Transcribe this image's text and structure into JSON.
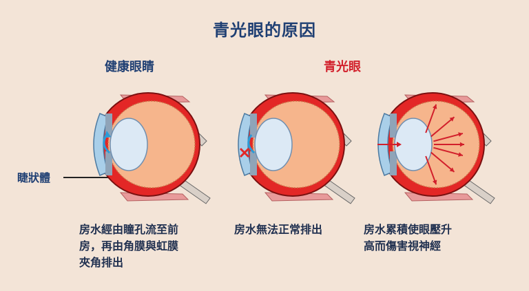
{
  "title": "青光眼的原因",
  "panels": {
    "healthy": {
      "label": "健康眼睛",
      "caption_lines": [
        "房水經由瞳孔流至前",
        "房，再由角膜與虹膜",
        "夾角排出"
      ]
    },
    "glaucoma": {
      "label": "青光眼",
      "caption_lines": [
        "房水無法正常排出"
      ]
    },
    "pressure": {
      "caption_lines": [
        "房水累積使眼壓升",
        "高而傷害視神經"
      ]
    }
  },
  "annotation": {
    "ciliary_body": "睫狀體"
  },
  "colors": {
    "background": "#f3e4d7",
    "title": "#1f3f73",
    "glaucoma_label": "#d21f2b",
    "sclera_red": "#e32726",
    "vitreous": "#f6b58c",
    "muscle": "#e89a9a",
    "lens": "#dce9f5",
    "cornea": "#a9cfe9",
    "arrow_blue": "#2a9bd8"
  },
  "icons": {
    "blocked": "x-mark-icon",
    "flow": "blue-flow-arrow-icon",
    "pressure": "red-pressure-arrow-icon"
  }
}
